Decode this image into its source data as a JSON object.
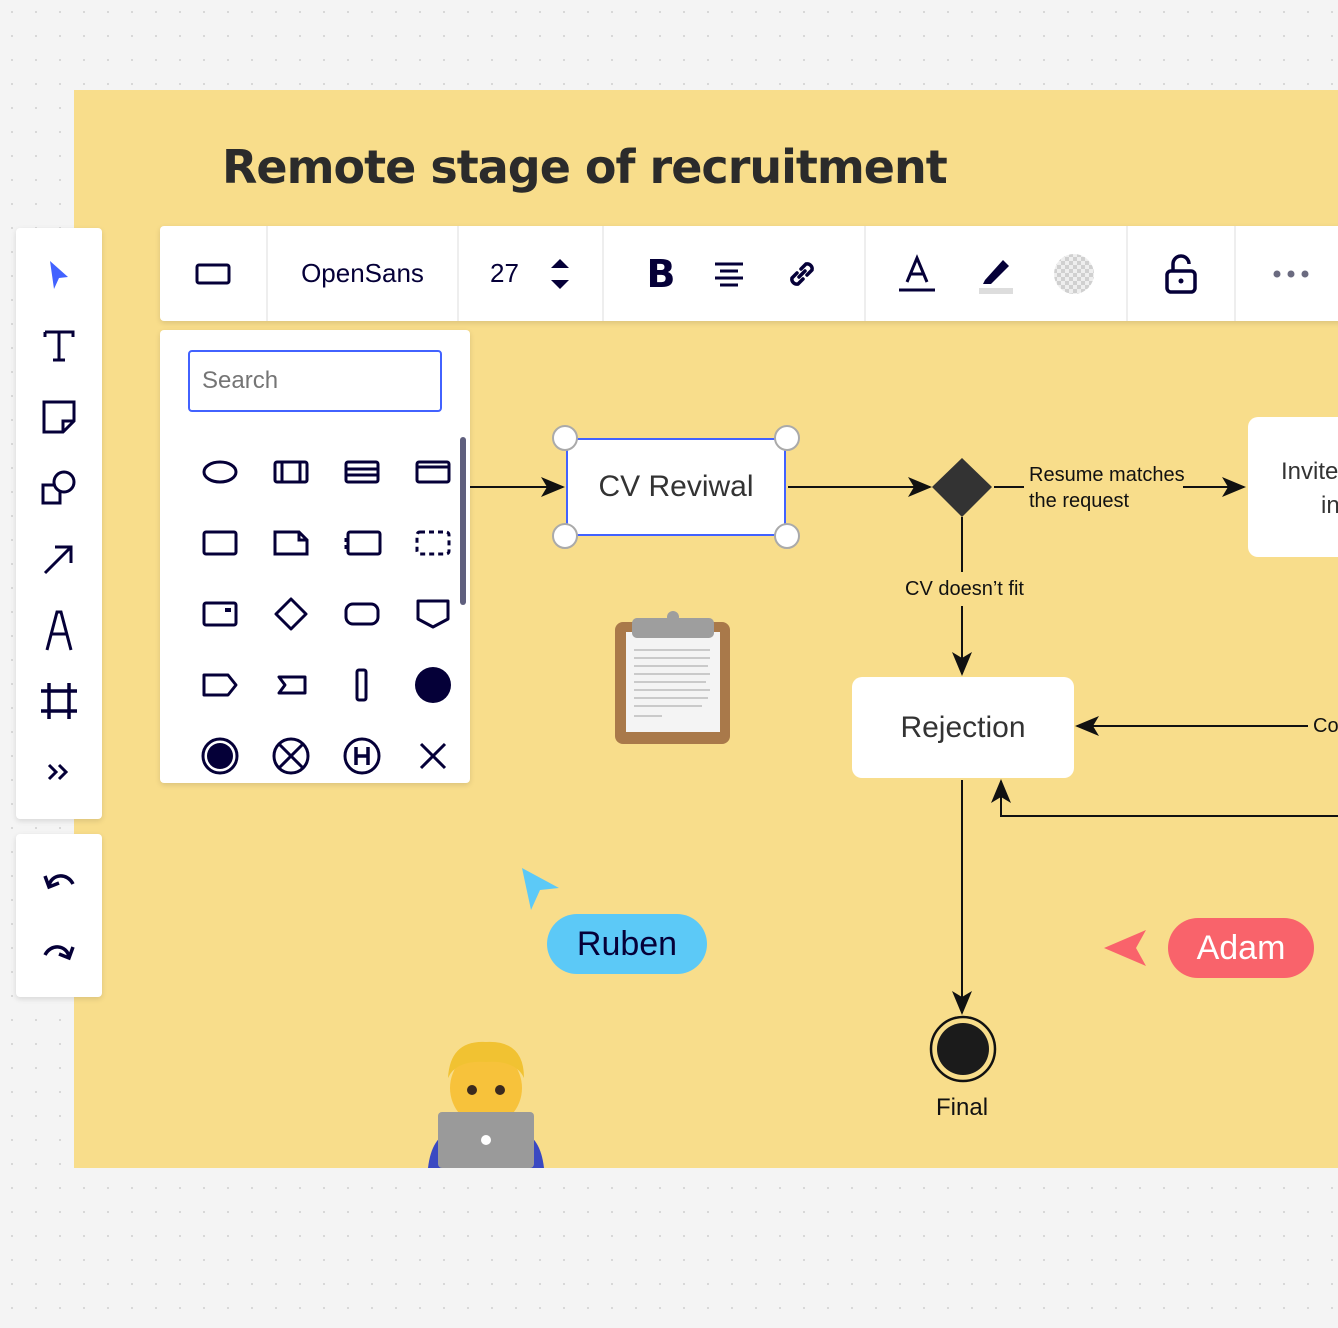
{
  "board": {
    "title": "Remote stage of recruitment",
    "background": "#f8dd8b"
  },
  "toolbar": {
    "tools": [
      "select-icon",
      "text-icon",
      "sticky-note-icon",
      "shapes-icon",
      "arrow-icon",
      "pen-icon",
      "frame-icon",
      "more-tools-icon"
    ],
    "undo": "undo-icon",
    "redo": "redo-icon",
    "accent": "#4262ff"
  },
  "format": {
    "font": "OpenSans",
    "size": "27",
    "bold": "B"
  },
  "shapes_panel": {
    "search_placeholder": "Search"
  },
  "flow": {
    "cv_revival": "CV Reviwal",
    "resume_matches": "Resume matches the request",
    "cv_doesnt_fit": "CV doesn’t fit",
    "rejection": "Rejection",
    "invite": "Invite",
    "invite_line2": "in",
    "co": "Co",
    "final": "Final"
  },
  "cursors": [
    {
      "name": "Ruben",
      "color": "#5cc9f7"
    },
    {
      "name": "Adam",
      "color": "#f9636b"
    }
  ]
}
